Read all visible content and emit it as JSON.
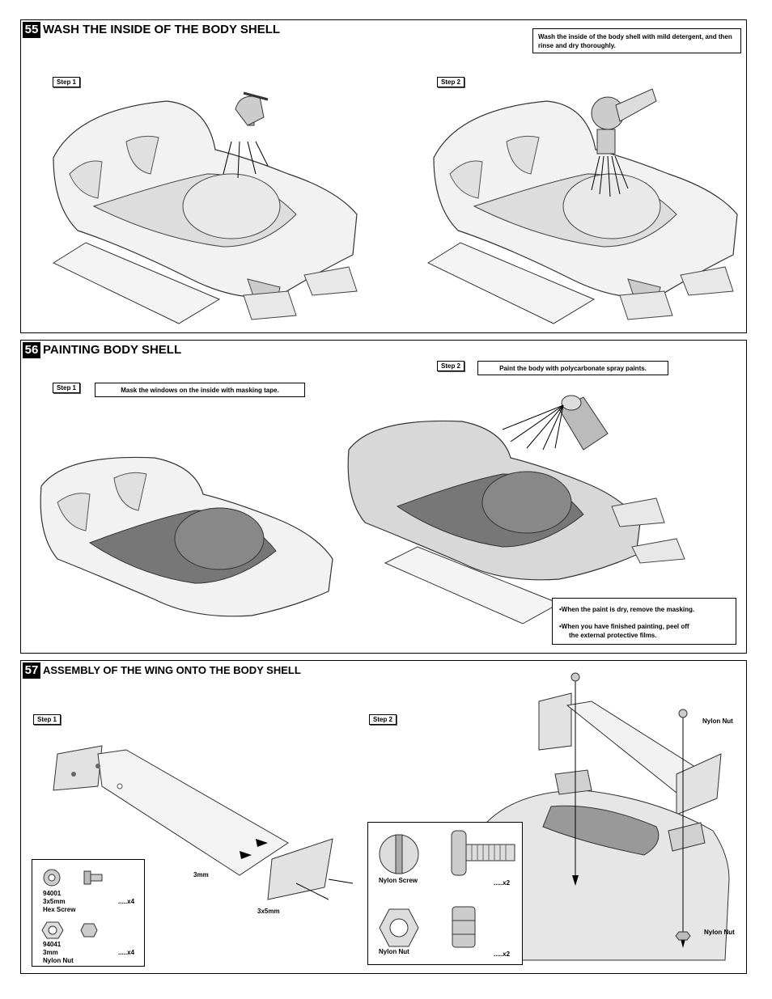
{
  "s55": {
    "num": "55",
    "title": "WASH THE INSIDE OF THE BODY SHELL",
    "note": "Wash the inside of the body shell with mild detergent, and then rinse and dry thoroughly.",
    "step1": "Step 1",
    "step2": "Step 2"
  },
  "s56": {
    "num": "56",
    "title": "PAINTING BODY SHELL",
    "step1": "Step 1",
    "step1_note": "Mask the windows on the inside with masking tape.",
    "step2": "Step 2",
    "step2_note": "Paint the body with polycarbonate spray paints.",
    "bullet1": "•When the paint is dry, remove the masking.",
    "bullet2": "•When you have finished painting, peel off",
    "bullet2b": "the external protective films."
  },
  "s57": {
    "num": "57",
    "title": "ASSEMBLY OF THE WING ONTO THE BODY SHELL",
    "step1": "Step 1",
    "step2": "Step 2",
    "label_3mm": "3mm",
    "label_3x5mm": "3x5mm",
    "parts": {
      "p1_code": "94001",
      "p1_size": "3x5mm",
      "p1_name": "Hex Screw",
      "p1_qty": ".....x4",
      "p2_code": "94041",
      "p2_size": "3mm",
      "p2_name": "Nylon Nut",
      "p2_qty": ".....x4"
    },
    "detail": {
      "screw_label": "Nylon Screw",
      "screw_qty": ".....x2",
      "nut_label": "Nylon Nut",
      "nut_qty": ".....x2"
    },
    "nut_top": "Nylon Nut",
    "nut_bottom": "Nylon Nut"
  }
}
